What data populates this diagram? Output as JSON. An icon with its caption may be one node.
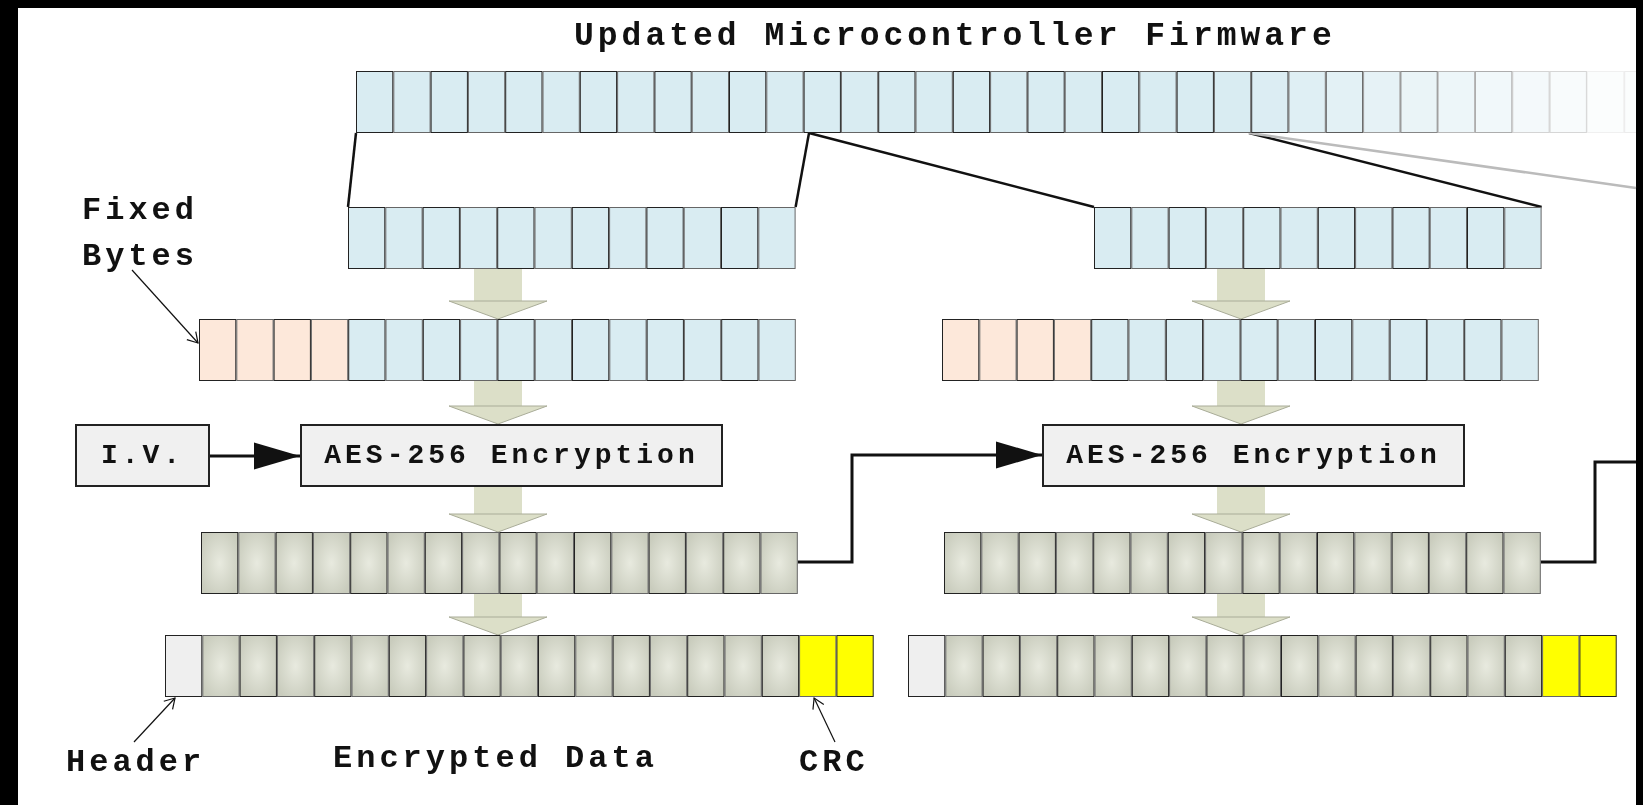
{
  "diagram": {
    "title": "Updated Microcontroller Firmware",
    "nodes": [
      {
        "text": [],
        "shape": "bar"
      },
      {
        "text": [
          "Fixed Bytes"
        ]
      },
      {
        "text": [],
        "shape": "bar"
      },
      {
        "text": [],
        "shape": "bar"
      },
      {
        "text": [],
        "shape": "bar"
      },
      {
        "text": [],
        "shape": "bar"
      },
      {
        "text": [
          "I.V."
        ]
      },
      {
        "text": [
          "AES-256 Encryption"
        ]
      },
      {
        "text": [
          "AES-256 Encryption"
        ]
      },
      {
        "text": [],
        "shape": "bar"
      },
      {
        "text": [],
        "shape": "bar"
      },
      {
        "text": [],
        "shape": "bar"
      },
      {
        "text": [],
        "shape": "bar"
      },
      {
        "text": [
          "Header"
        ]
      },
      {
        "text": [
          "CRC"
        ]
      }
    ],
    "edges": [
      {
        "from": 0,
        "to": 2,
        "arrow": "none"
      },
      {
        "from": 0,
        "to": 2,
        "arrow": "none"
      },
      {
        "from": 0,
        "to": 3,
        "arrow": "none"
      },
      {
        "from": 0,
        "to": 3,
        "arrow": "none"
      },
      {
        "from": 0,
        "to": null,
        "arrow": "none",
        "color": "#bbbbbb"
      },
      {
        "from": 1,
        "to": 4,
        "arrow": "to"
      },
      {
        "from": 2,
        "to": 4,
        "arrow": "to",
        "style": "thick",
        "color": "#dcdfc8"
      },
      {
        "from": 3,
        "to": 5,
        "arrow": "to",
        "style": "thick",
        "color": "#dcdfc8"
      },
      {
        "from": 4,
        "to": 7,
        "arrow": "to",
        "style": "thick",
        "color": "#dcdfc8"
      },
      {
        "from": 5,
        "to": 8,
        "arrow": "to",
        "style": "thick",
        "color": "#dcdfc8"
      },
      {
        "from": 6,
        "to": 7,
        "arrow": "to"
      },
      {
        "from": 7,
        "to": 9,
        "arrow": "to",
        "style": "thick",
        "color": "#dcdfc8"
      },
      {
        "from": 8,
        "to": 10,
        "arrow": "to",
        "style": "thick",
        "color": "#dcdfc8"
      },
      {
        "from": 9,
        "to": 8,
        "arrow": "to"
      },
      {
        "from": 10,
        "to": null,
        "arrow": "none"
      },
      {
        "from": 9,
        "to": 11,
        "arrow": "to",
        "style": "thick",
        "color": "#dcdfc8"
      },
      {
        "from": 10,
        "to": 12,
        "arrow": "to",
        "style": "thick",
        "color": "#dcdfc8"
      },
      {
        "from": 13,
        "to": 11,
        "arrow": "to"
      },
      {
        "from": 14,
        "to": 11,
        "arrow": "to"
      }
    ],
    "labels": [
      "Encrypted Data"
    ]
  }
}
